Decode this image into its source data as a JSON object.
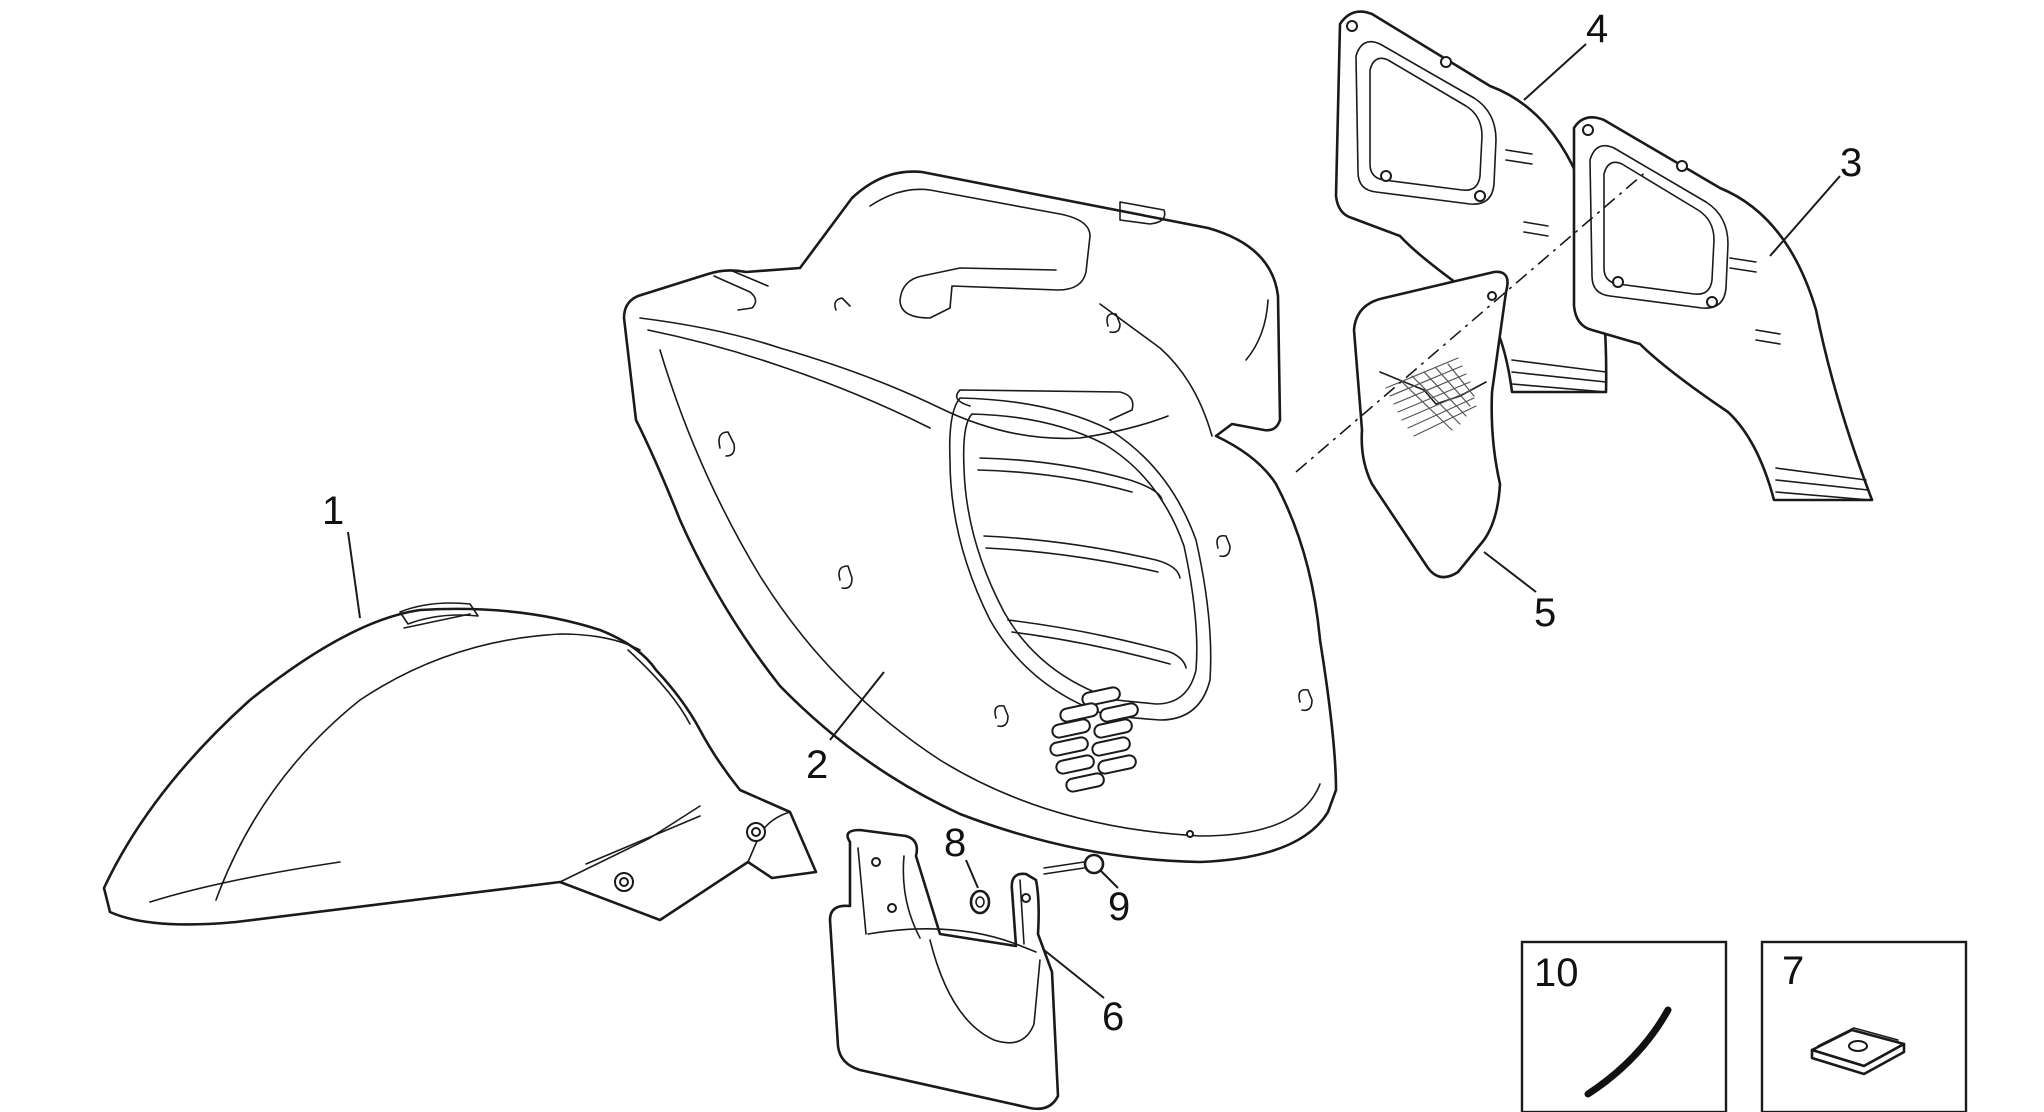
{
  "labels": {
    "part_1": "1",
    "part_2": "2",
    "part_3": "3",
    "part_4": "4",
    "part_5": "5",
    "part_6": "6",
    "part_7": "7",
    "part_8": "8",
    "part_9": "9",
    "part_10": "10"
  }
}
